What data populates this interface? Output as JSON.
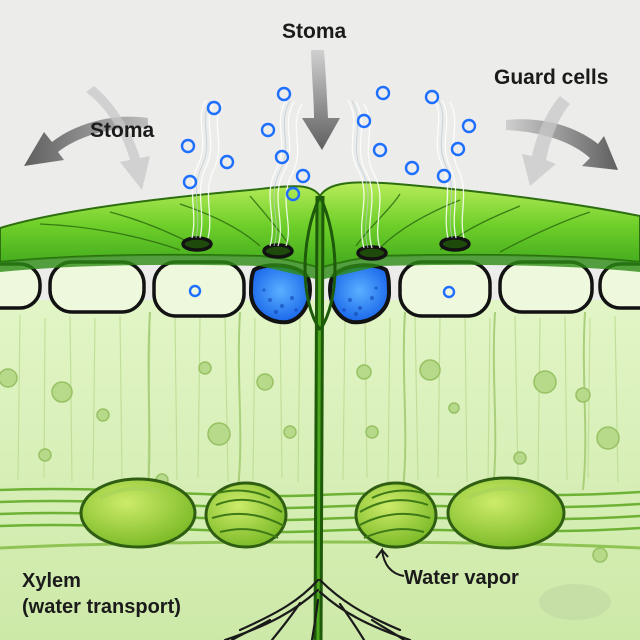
{
  "labels": {
    "stoma_top": "Stoma",
    "stoma_left": "Stoma",
    "guard_cells": "Guard cells",
    "water_vapor": "Water vapor",
    "xylem_line1": "Xylem",
    "xylem_line2": "(water transport)"
  },
  "icons": {
    "arrows": "curved-arrow-icon",
    "molecules": "water-molecule-icon"
  },
  "colors": {
    "background": "#ececea",
    "leaf_surface": "#6fcf2a",
    "tissue": "#d9f0b8",
    "outline": "#1a1a1a",
    "water": "#1f6fff",
    "arrow": "#7a7a7a"
  }
}
